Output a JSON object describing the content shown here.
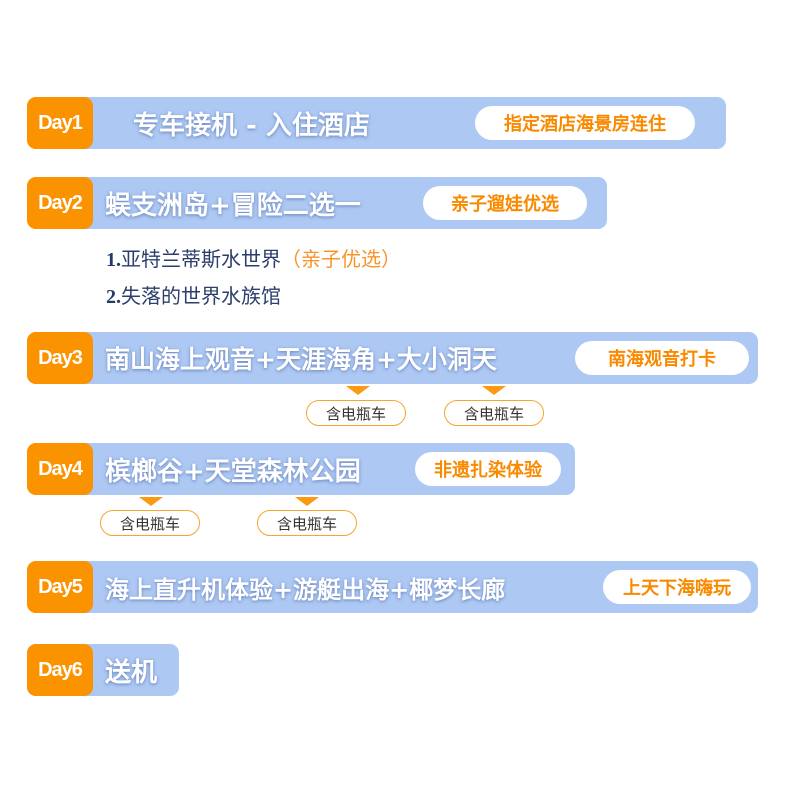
{
  "colors": {
    "bar_background": "#adc8f3",
    "badge_orange": "#fb9300",
    "tag_text_orange": "#f98a00",
    "list_text_navy": "#2c3f6b",
    "list_note_orange": "#f7952a",
    "pill_border": "#f6a630"
  },
  "itinerary": [
    {
      "day": "Day1",
      "title": "专车接机 - 入住酒店",
      "tag": "指定酒店海景房连住"
    },
    {
      "day": "Day2",
      "title": "蜈支洲岛+冒险二选一",
      "tag": "亲子遛娃优选",
      "options": [
        {
          "num": "1.",
          "text": "亚特兰蒂斯水世界",
          "note": "（亲子优选）"
        },
        {
          "num": "2.",
          "text": "失落的世界水族馆",
          "note": ""
        }
      ]
    },
    {
      "day": "Day3",
      "title": "南山海上观音+天涯海角+大小洞天",
      "tag": "南海观音打卡",
      "extras": [
        "含电瓶车",
        "含电瓶车"
      ]
    },
    {
      "day": "Day4",
      "title": "槟榔谷+天堂森林公园",
      "tag": "非遗扎染体验",
      "extras": [
        "含电瓶车",
        "含电瓶车"
      ]
    },
    {
      "day": "Day5",
      "title": "海上直升机体验+游艇出海+椰梦长廊",
      "tag": "上天下海嗨玩"
    },
    {
      "day": "Day6",
      "title": "送机"
    }
  ]
}
